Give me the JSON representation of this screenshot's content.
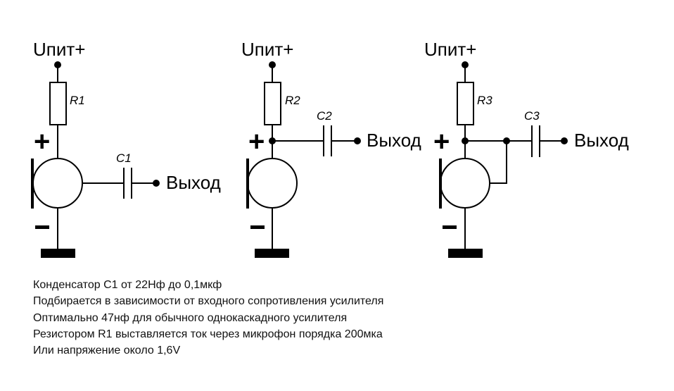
{
  "circuits": [
    {
      "supply": "Uпит+",
      "resistor": "R1",
      "capacitor": "C1",
      "output": "Выход",
      "plus": "+",
      "minus": "-"
    },
    {
      "supply": "Uпит+",
      "resistor": "R2",
      "capacitor": "C2",
      "output": "Выход",
      "plus": "+",
      "minus": "-"
    },
    {
      "supply": "Uпит+",
      "resistor": "R3",
      "capacitor": "C3",
      "output": "Выход",
      "plus": "+",
      "minus": "-"
    }
  ],
  "notes": [
    "Конденсатор С1 от 22Нф до 0,1мкф",
    "Подбирается в зависимости от входного сопротивления усилителя",
    "Оптимально 47нф для обычного однокаскадного усилителя",
    "Резистором R1 выставляется ток через микрофон порядка 200мка",
    "Или напряжение около 1,6V"
  ]
}
